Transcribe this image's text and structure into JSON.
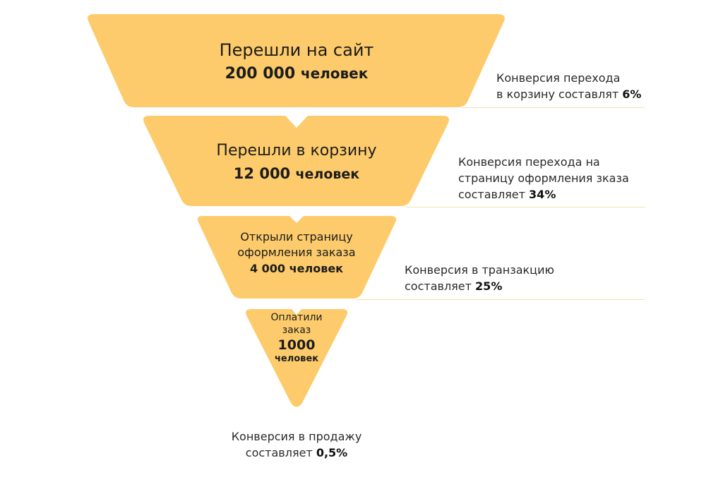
{
  "colors": {
    "funnel_fill": "#fdcb6b",
    "divider": "#f7dfae",
    "text": "#1f1f1f"
  },
  "funnel": [
    {
      "label": "Перешли на сайт",
      "value": "200 000",
      "unit": "человек"
    },
    {
      "label": "Перешли в корзину",
      "value": "12 000",
      "unit": "человек"
    },
    {
      "label_line1": "Открыли страницу",
      "label_line2": "оформления заказа",
      "value": "4 000",
      "unit": "человек"
    },
    {
      "label_line1": "Оплатили",
      "label_line2": "заказ",
      "value": "1000",
      "unit": "человек"
    }
  ],
  "conversions": [
    {
      "line1": "Конверсия перехода",
      "line2_prefix": "в корзину составлят",
      "percent": "6%"
    },
    {
      "line1": "Конверсия перехода на",
      "line2": "страницу оформления зказа",
      "line3_prefix": "составляет",
      "percent": "34%"
    },
    {
      "line1": "Конверсия в транзакцию",
      "line2_prefix": "составляет",
      "percent": "25%"
    },
    {
      "line1": "Конверсия в продажу",
      "line2_prefix": "составляет",
      "percent": "0,5%"
    }
  ]
}
